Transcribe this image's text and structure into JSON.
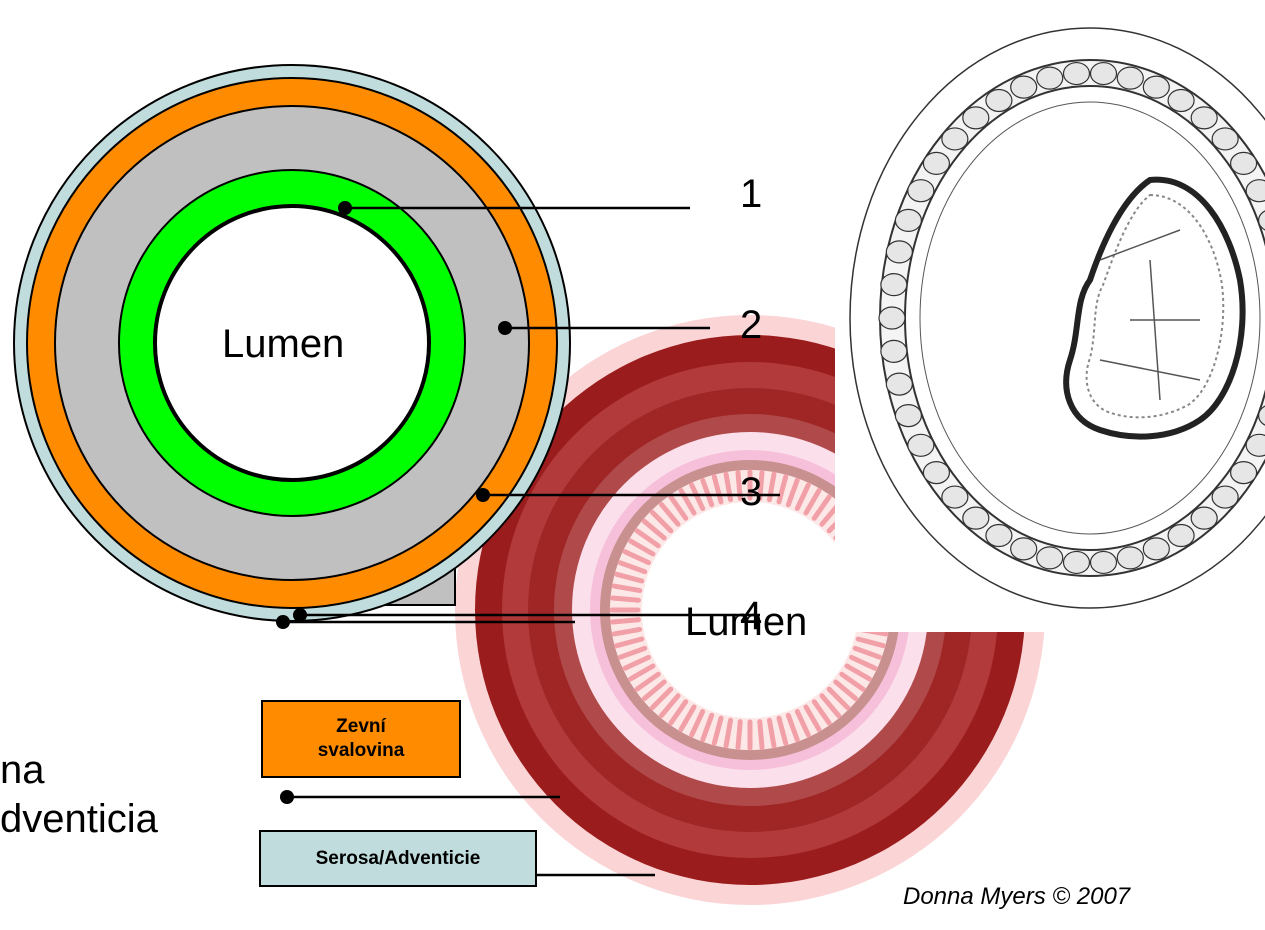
{
  "diagram": {
    "lumen_label_main": "Lumen",
    "lumen_label_secondary": "Lumen",
    "numbers": [
      "1",
      "2",
      "3",
      "4"
    ],
    "left_text_fragments": [
      "na",
      "dventicia"
    ],
    "boxes": {
      "zevni": "Zevní\nsvalovina",
      "serosa": "Serosa/Adventicie"
    },
    "credit": "Donna Myers © 2007",
    "colors": {
      "orange": "#ff8c00",
      "gray": "#c0c0c0",
      "green": "#00ff00",
      "light_blue": "#c0dcdc",
      "dark_red": "#8b1a1a",
      "pink": "#f9c5c8"
    }
  }
}
